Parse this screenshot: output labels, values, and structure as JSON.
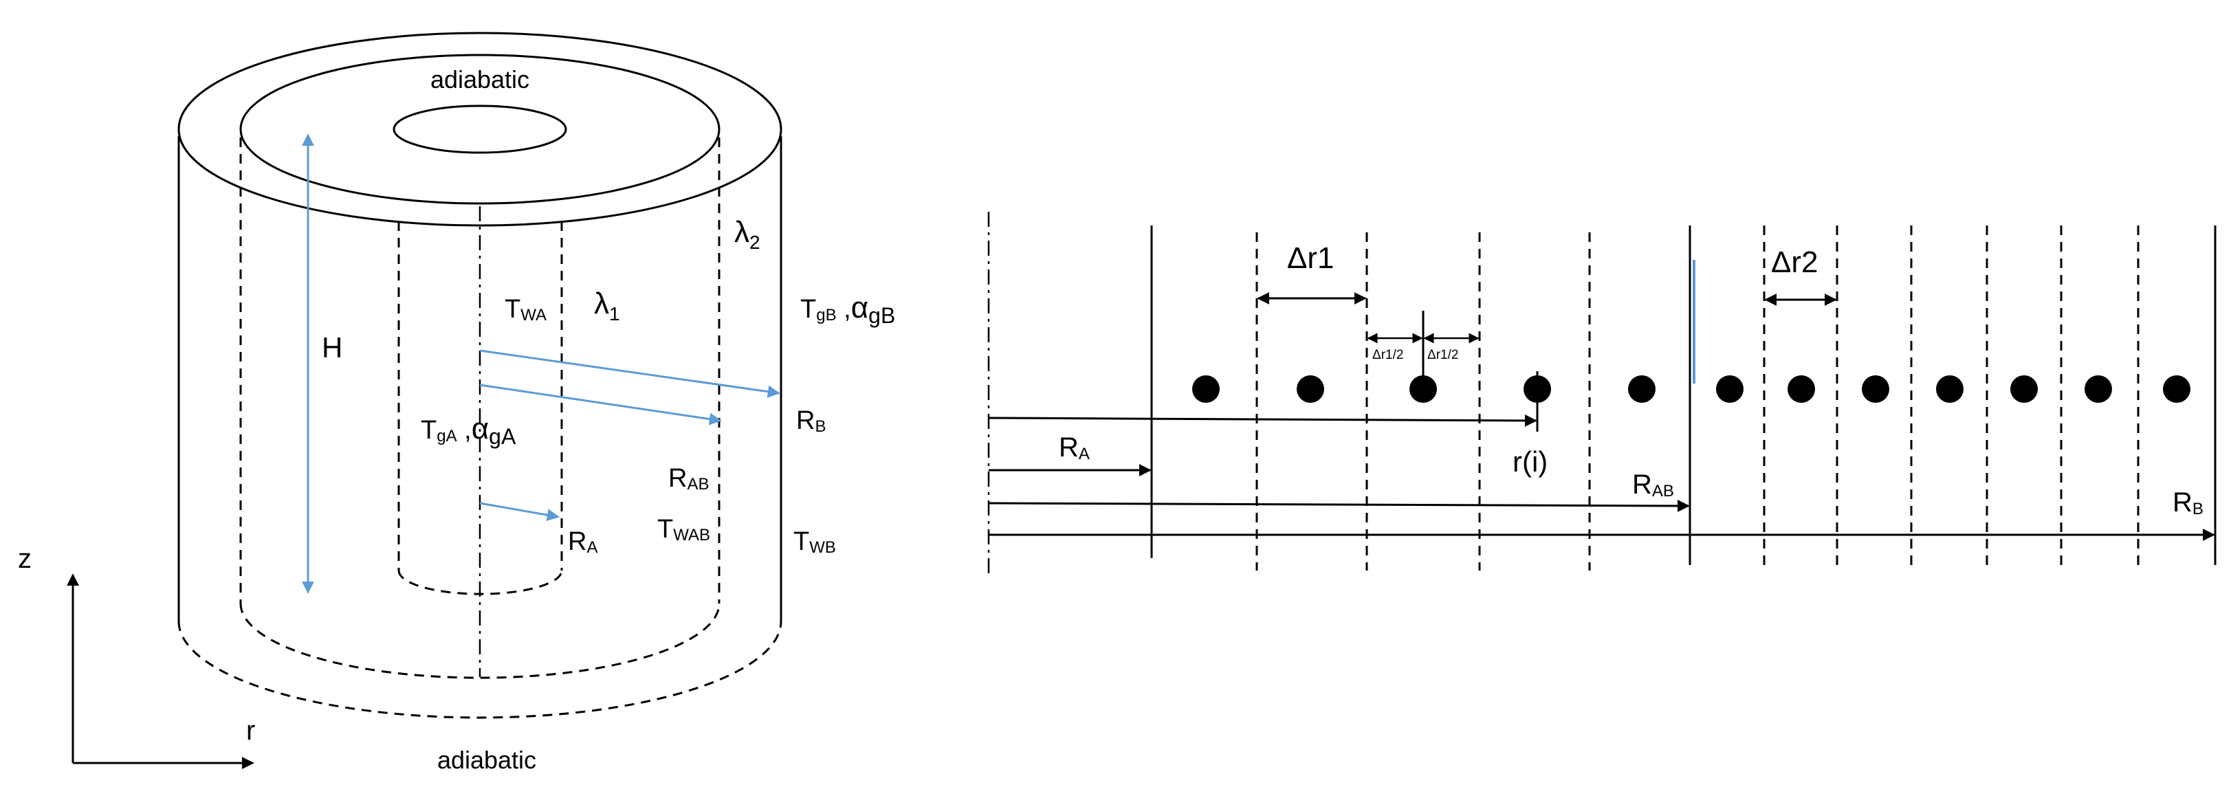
{
  "cylinder": {
    "top_label": "adiabatic",
    "bottom_label": "adiabatic",
    "height_label": "H",
    "lambda2": {
      "base": "λ",
      "sub": "2"
    },
    "lambda1": {
      "base": "λ",
      "sub": "1"
    },
    "twa": {
      "base": "T",
      "sub": "WA"
    },
    "tgb_alpha": {
      "t": "T",
      "t_sub": "gB",
      "sep": " ,",
      "a": "α",
      "a_sub": "gB"
    },
    "tga_alpha": {
      "t": "T",
      "t_sub": "gA",
      "sep": " ,",
      "a": "α",
      "a_sub": "gA"
    },
    "rb": {
      "base": "R",
      "sub": "B"
    },
    "rab": {
      "base": "R",
      "sub": "AB"
    },
    "ra": {
      "base": "R",
      "sub": "A"
    },
    "twab": {
      "base": "T",
      "sub": "WAB"
    },
    "twb": {
      "base": "T",
      "sub": "WB"
    },
    "axis_z": "z",
    "axis_r": "r"
  },
  "grid": {
    "dr1": "Δr1",
    "dr2": "Δr2",
    "half_dr1": "Δr1/2",
    "half_dr1_b": "Δr1/2",
    "ri": "r(i)",
    "ra": {
      "base": "R",
      "sub": "A"
    },
    "rab": {
      "base": "R",
      "sub": "AB"
    },
    "rb": {
      "base": "R",
      "sub": "B"
    }
  },
  "colors": {
    "accent": "#5b9bd5",
    "line": "#000000"
  }
}
